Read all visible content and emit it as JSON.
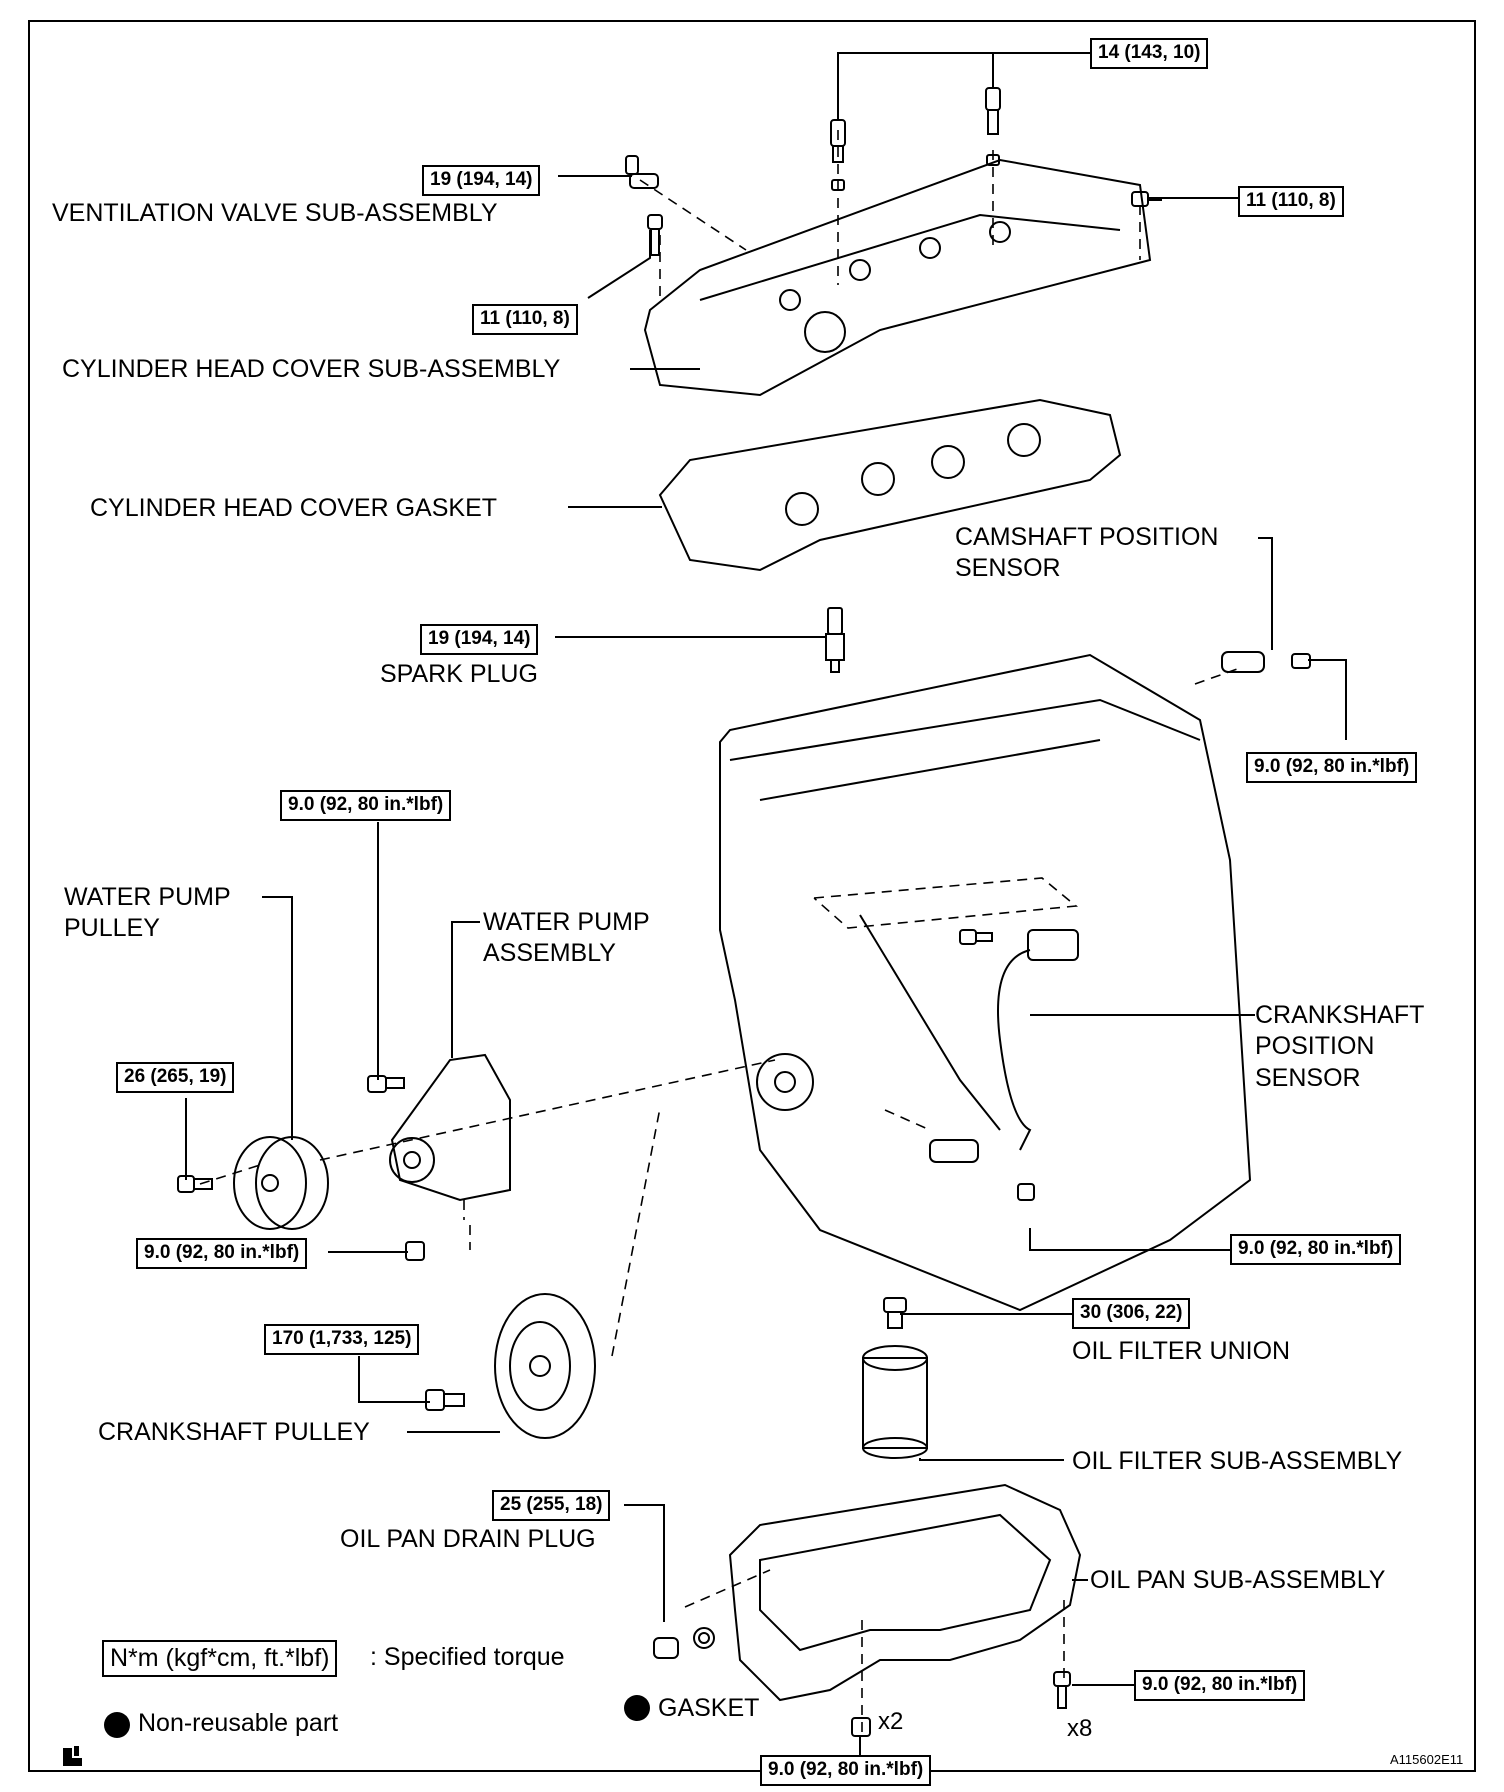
{
  "parts": {
    "ventilation_valve": "VENTILATION VALVE SUB-ASSEMBLY",
    "cylinder_head_cover": "CYLINDER HEAD COVER SUB-ASSEMBLY",
    "cylinder_head_cover_gasket": "CYLINDER HEAD COVER GASKET",
    "camshaft_position_sensor": [
      "CAMSHAFT POSITION",
      "SENSOR"
    ],
    "spark_plug": "SPARK PLUG",
    "water_pump_pulley": [
      "WATER PUMP",
      "PULLEY"
    ],
    "water_pump_assembly": [
      "WATER PUMP",
      "ASSEMBLY"
    ],
    "crankshaft_position_sensor": [
      "CRANKSHAFT",
      "POSITION",
      "SENSOR"
    ],
    "oil_filter_union": "OIL FILTER UNION",
    "crankshaft_pulley": "CRANKSHAFT PULLEY",
    "oil_filter": "OIL FILTER SUB-ASSEMBLY",
    "oil_pan_drain_plug": "OIL PAN DRAIN PLUG",
    "oil_pan": "OIL PAN SUB-ASSEMBLY",
    "gasket": "GASKET"
  },
  "torques": {
    "cover_bolts_top": "14 (143, 10)",
    "ventilation_valve": "19 (194, 14)",
    "cover_nut_right": "11 (110, 8)",
    "cover_bolt_left": "11 (110, 8)",
    "spark_plug": "19 (194, 14)",
    "camshaft_sensor_bolt": "9.0 (92, 80 in.*lbf)",
    "water_pump_bolt": "9.0 (92, 80 in.*lbf)",
    "water_pump_pulley_bolt": "26 (265, 19)",
    "water_pump_nut": "9.0 (92, 80 in.*lbf)",
    "crankshaft_sensor_bolt": "9.0 (92, 80 in.*lbf)",
    "oil_filter_union": "30 (306, 22)",
    "crankshaft_pulley_bolt": "170 (1,733, 125)",
    "oil_pan_drain_plug": "25 (255, 18)",
    "oil_pan_bolts": "9.0 (92, 80 in.*lbf)",
    "oil_pan_nuts": "9.0 (92, 80 in.*lbf)"
  },
  "multipliers": {
    "oil_pan_nuts": "x2",
    "oil_pan_bolts": "x8"
  },
  "legend": {
    "torque_unit": "N*m (kgf*cm, ft.*lbf)",
    "torque_desc": ": Specified torque",
    "non_reusable": "Non-reusable part"
  },
  "figure_id": "A115602E11"
}
